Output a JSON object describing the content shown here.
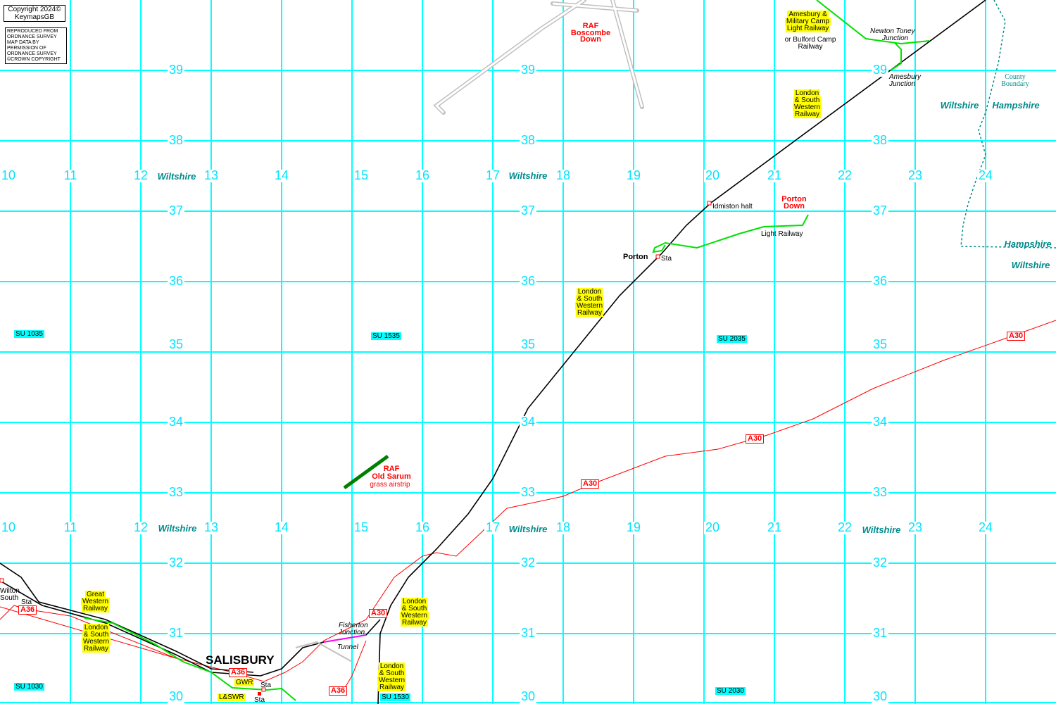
{
  "copyright": {
    "line1": "Copyright 2024©",
    "line2": "KeymapsGB",
    "repro": [
      "REPRODUCED FROM",
      "ORDNANCE SURVEY",
      "MAP DATA BY",
      "PERMISSION OF",
      "ORDNANCE SURVEY",
      "©CROWN COPYRIGHT"
    ]
  },
  "grid": {
    "eastings": [
      "10",
      "11",
      "12",
      "13",
      "14",
      "15",
      "16",
      "17",
      "18",
      "19",
      "20",
      "21",
      "22",
      "23",
      "24"
    ],
    "northings": [
      "39",
      "38",
      "37",
      "36",
      "35",
      "34",
      "33",
      "32",
      "31",
      "30"
    ]
  },
  "counties": {
    "wiltshire": "Wiltshire",
    "hampshire": "Hampshire",
    "boundary": [
      "County",
      "Boundary"
    ]
  },
  "squares": [
    "SU 1035",
    "SU 1535",
    "SU 2035",
    "SU 1030",
    "SU 1530",
    "SU 2030"
  ],
  "places": {
    "salisbury": "SALISBURY",
    "porton": "Porton",
    "sta": "Sta",
    "idmiston": "Idmiston halt",
    "wilton": [
      "Wilton",
      "South"
    ],
    "fisherton": [
      "Fisherton",
      "Junction"
    ],
    "tunnel": "Tunnel",
    "newton": [
      "Newton Toney",
      "Junction"
    ],
    "amesbury_jn": [
      "Amesbury",
      "Junction"
    ],
    "light_railway": "Light Railway",
    "bulford": [
      "or Bulford Camp",
      "Railway"
    ]
  },
  "red_labels": {
    "boscombe": [
      "RAF",
      "Boscombe",
      "Down"
    ],
    "porton_down": [
      "Porton",
      "Down"
    ],
    "old_sarum": [
      "RAF",
      "Old Sarum"
    ],
    "grass": "grass airstrip"
  },
  "railways": {
    "lswr": [
      "London",
      "& South",
      "Western",
      "Railway"
    ],
    "gwr_full": [
      "Great",
      "Western",
      "Railway"
    ],
    "amesbury_light": [
      "Amesbury &",
      "Military Camp",
      "Light Railway"
    ],
    "gwr": "GWR",
    "lswr_short": "L&SWR"
  },
  "roads": {
    "a30": "A30",
    "a36": "A36"
  }
}
